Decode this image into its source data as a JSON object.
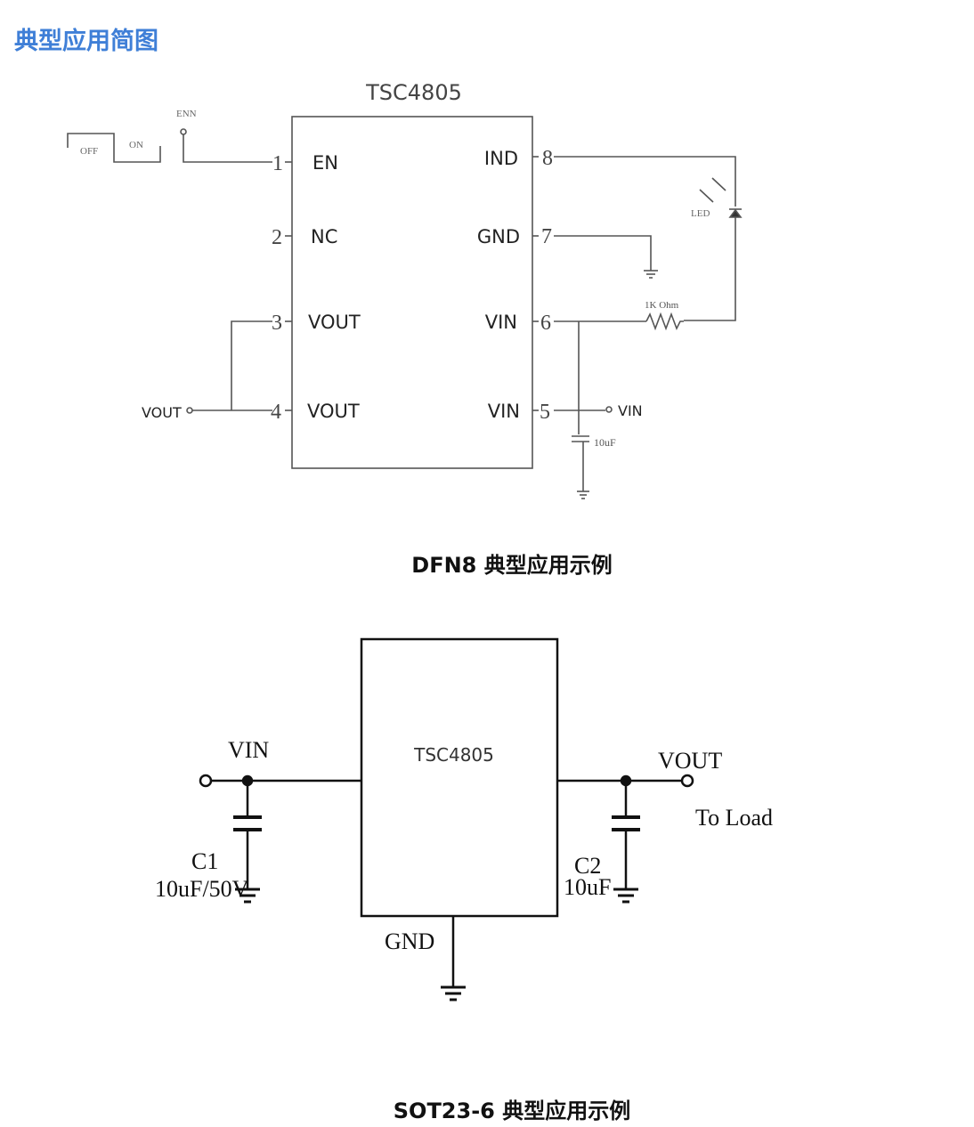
{
  "heading": "典型应用简图",
  "dfn8": {
    "chip": "TSC4805",
    "enn_label": "ENN",
    "switch_off": "OFF",
    "switch_on": "ON",
    "pins_left": [
      {
        "num": "1",
        "name": "EN"
      },
      {
        "num": "2",
        "name": "NC"
      },
      {
        "num": "3",
        "name": "VOUT"
      },
      {
        "num": "4",
        "name": "VOUT"
      }
    ],
    "pins_right": [
      {
        "num": "8",
        "name": "IND"
      },
      {
        "num": "7",
        "name": "GND"
      },
      {
        "num": "6",
        "name": "VIN"
      },
      {
        "num": "5",
        "name": "VIN"
      }
    ],
    "led_label": "LED",
    "resistor_label": "1K  Ohm",
    "vout_terminal": "VOUT",
    "vin_terminal": "VIN",
    "cap_label": "10uF",
    "caption": "DFN8 典型应用示例"
  },
  "sot23": {
    "chip": "TSC4805",
    "vin_label": "VIN",
    "vout_label": "VOUT",
    "load_label": "To Load",
    "c1_name": "C1",
    "c1_value": "10uF/50V",
    "c2_name": "C2",
    "c2_value": "10uF",
    "gnd_label": "GND",
    "caption": "SOT23-6 典型应用示例"
  }
}
